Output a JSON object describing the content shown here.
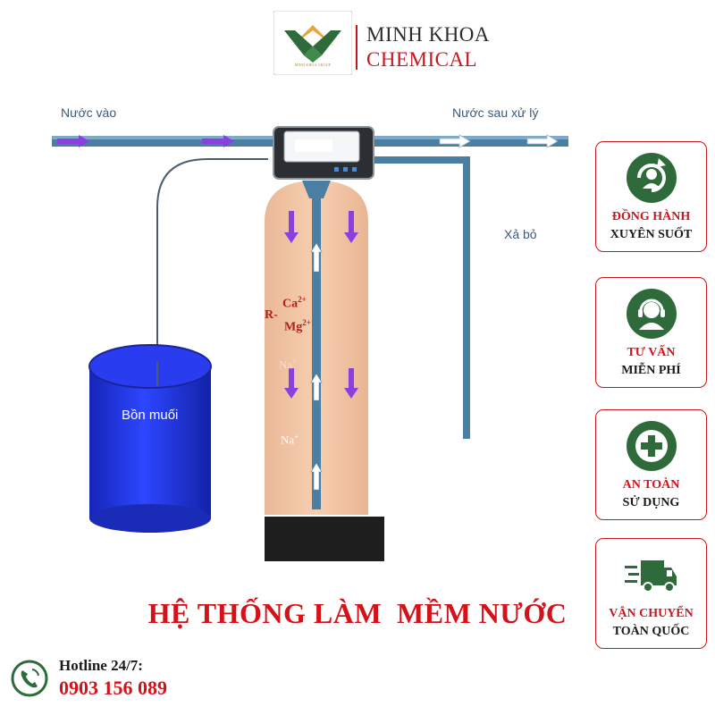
{
  "brand": {
    "name": "MINH KHOA",
    "sub": "CHEMICAL",
    "tagline": "MINH KHOA GROUP",
    "primary_color": "#c8161d",
    "logo_green": "#2f6b3a",
    "logo_gold": "#e8a63a"
  },
  "diagram": {
    "inlet_label": "Nước vào",
    "outlet_label": "Nước sau xử lý",
    "drain_label": "Xả bỏ",
    "brine_tank_label": "Bồn muối",
    "resin_label": "R-",
    "ion_ca": "Ca",
    "ion_ca_charge": "2+",
    "ion_mg": "Mg",
    "ion_mg_charge": "2+",
    "ion_na": "Na",
    "ion_na_charge": "+",
    "pipe_color": "#4a7fa3",
    "resin_color": "#f2c6a4",
    "tank_color": "#1a2fd6",
    "arrow_color": "#8a3fe0"
  },
  "title": "HỆ THỐNG LÀM  MỀM NƯỚC",
  "features": [
    {
      "icon": "partner-support-icon",
      "line1": "ĐỒNG HÀNH",
      "line2": "XUYÊN SUỐT"
    },
    {
      "icon": "consultant-headset-icon",
      "line1": "TƯ VẤN",
      "line2": "MIỄN PHÍ"
    },
    {
      "icon": "safety-first-icon",
      "line1": "AN TOÀN",
      "line2": "SỬ DỤNG"
    },
    {
      "icon": "delivery-truck-icon",
      "line1": "VẬN CHUYỂN",
      "line2": "TOÀN QUỐC"
    }
  ],
  "hotline": {
    "label": "Hotline 24/7:",
    "number": "0903 156 089",
    "icon_color": "#2f6b3a"
  }
}
